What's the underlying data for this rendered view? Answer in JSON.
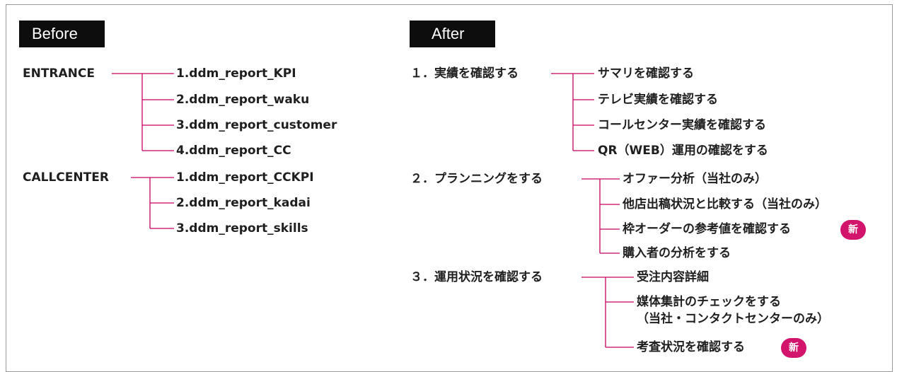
{
  "before": {
    "header": "Before",
    "groups": [
      {
        "label": "ENTRANCE",
        "items": [
          "1.ddm_report_KPI",
          "2.ddm_report_waku",
          "3.ddm_report_customer",
          "4.ddm_report_CC"
        ]
      },
      {
        "label": "CALLCENTER",
        "items": [
          "1.ddm_report_CCKPI",
          "2.ddm_report_kadai",
          "3.ddm_report_skills"
        ]
      }
    ]
  },
  "after": {
    "header": "After",
    "groups": [
      {
        "label": "１．実績を確認する",
        "items": [
          "サマリを確認する",
          "テレビ実績を確認する",
          "コールセンター実績を確認する",
          "QR（WEB）運用の確認をする"
        ]
      },
      {
        "label": "２．プランニングをする",
        "items": [
          "オファー分析（当社のみ）",
          "他店出稿状況と比較する（当社のみ）",
          "枠オーダーの参考値を確認する",
          "購入者の分析をする"
        ]
      },
      {
        "label": "３．運用状況を確認する",
        "items": [
          "受注内容詳細",
          "媒体集計のチェックをする",
          "（当社・コンタクトセンターのみ）",
          "考査状況を確認する"
        ]
      }
    ],
    "new_badge": "新"
  },
  "colors": {
    "connector": "#c8005f",
    "badge": "#d3146c",
    "header_bg": "#0d0d0d"
  }
}
